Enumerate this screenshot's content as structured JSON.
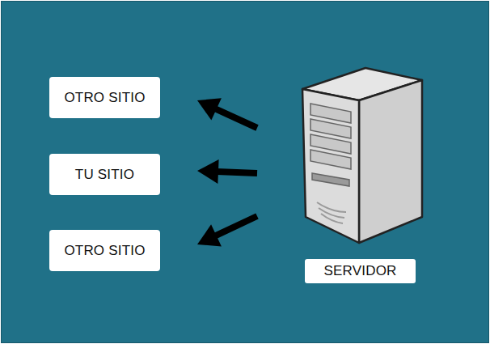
{
  "diagram": {
    "nodes": [
      {
        "text": [
          "OTRO SITIO"
        ]
      },
      {
        "text": [
          "TU SITIO"
        ]
      },
      {
        "text": [
          "OTRO SITIO"
        ]
      },
      {
        "text": [
          "SERVIDOR"
        ]
      }
    ],
    "edges": [
      {
        "from": 3,
        "to": 0,
        "arrow": "to"
      },
      {
        "from": 3,
        "to": 1,
        "arrow": "to"
      },
      {
        "from": 3,
        "to": 2,
        "arrow": "to"
      }
    ]
  }
}
